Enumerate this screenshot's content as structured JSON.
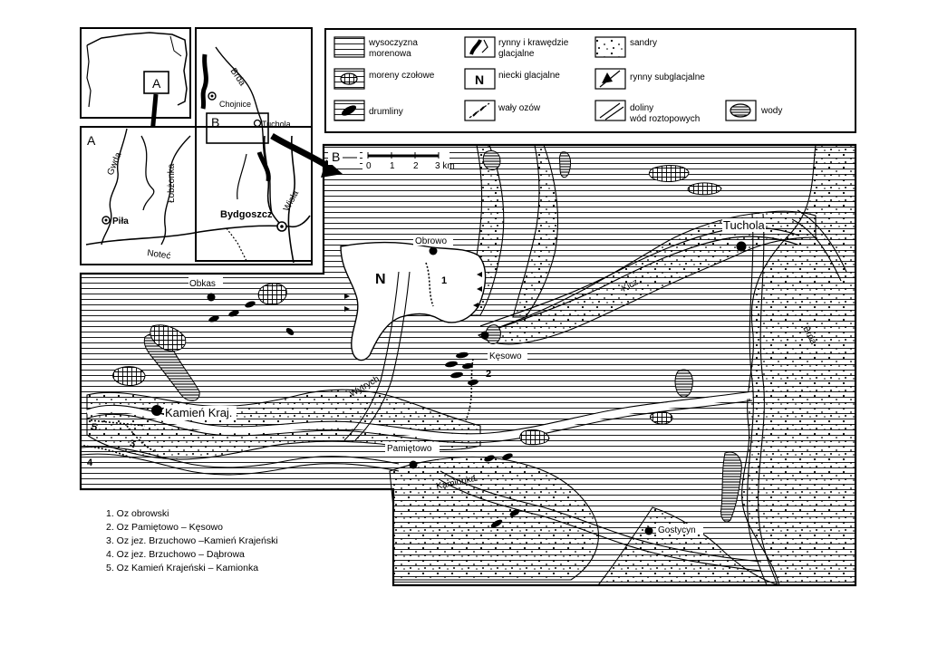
{
  "inset_small": {
    "box_label": "A"
  },
  "inset_a": {
    "panel_label": "A",
    "rivers": {
      "gwda": "Gwda",
      "lobzonka": "Łobżonka",
      "notec": "Noteć",
      "wisla": "Wisła",
      "brda": "Brda"
    },
    "cities": {
      "pila": "Piła",
      "bydgoszcz": "Bydgoszcz"
    }
  },
  "inset_b": {
    "box_label": "B",
    "river_brda": "Brda",
    "cities": {
      "chojnice": "Chojnice",
      "tuchola": "Tuchola"
    }
  },
  "legend": {
    "items": [
      {
        "key": "wysoczyzna",
        "line1": "wysoczyzna",
        "line2": "morenowa"
      },
      {
        "key": "rynny_krawedzie",
        "line1": "rynny i krawędzie",
        "line2": "glacjalne"
      },
      {
        "key": "sandry",
        "line1": "sandry",
        "line2": ""
      },
      {
        "key": "moreny",
        "line1": "moreny czołowe",
        "line2": ""
      },
      {
        "key": "niecki",
        "line1": "niecki glacjalne",
        "line2": "",
        "symbol": "N"
      },
      {
        "key": "rynny_sub",
        "line1": "rynny subglacjalne",
        "line2": ""
      },
      {
        "key": "drumliny",
        "line1": "drumliny",
        "line2": ""
      },
      {
        "key": "waly",
        "line1": "wały ozów",
        "line2": ""
      },
      {
        "key": "doliny",
        "line1": "doliny",
        "line2": "wód roztopowych"
      },
      {
        "key": "wody",
        "line1": "wody",
        "line2": ""
      }
    ]
  },
  "main_map": {
    "panel_label": "B",
    "scale": {
      "ticks": [
        "0",
        "1",
        "2",
        "3 km"
      ]
    },
    "basin_label": "N",
    "towns": {
      "obrowo": "Obrowo",
      "tuchola": "Tuchola",
      "obkas": "Obkas",
      "kesowo": "Kęsowo",
      "kamien": "Kamień Kraj.",
      "pamietowo": "Pamiętowo",
      "gostycyn": "Gostycyn"
    },
    "rivers": {
      "kicz": "Kicz",
      "brda": "Brda",
      "wytrych": "Wytrych",
      "kamionka": "Kamionka"
    },
    "oz_numbers": [
      "1",
      "2",
      "3",
      "4",
      "5"
    ]
  },
  "oz_list": [
    "1.  Oz obrowski",
    "2.  Oz Pamiętowo – Kęsowo",
    "3.  Oz jez. Brzuchowo –Kamień Krajeński",
    "4.  Oz jez. Brzuchowo – Dąbrowa",
    "5.  Oz Kamień Krajeński – Kamionka"
  ]
}
